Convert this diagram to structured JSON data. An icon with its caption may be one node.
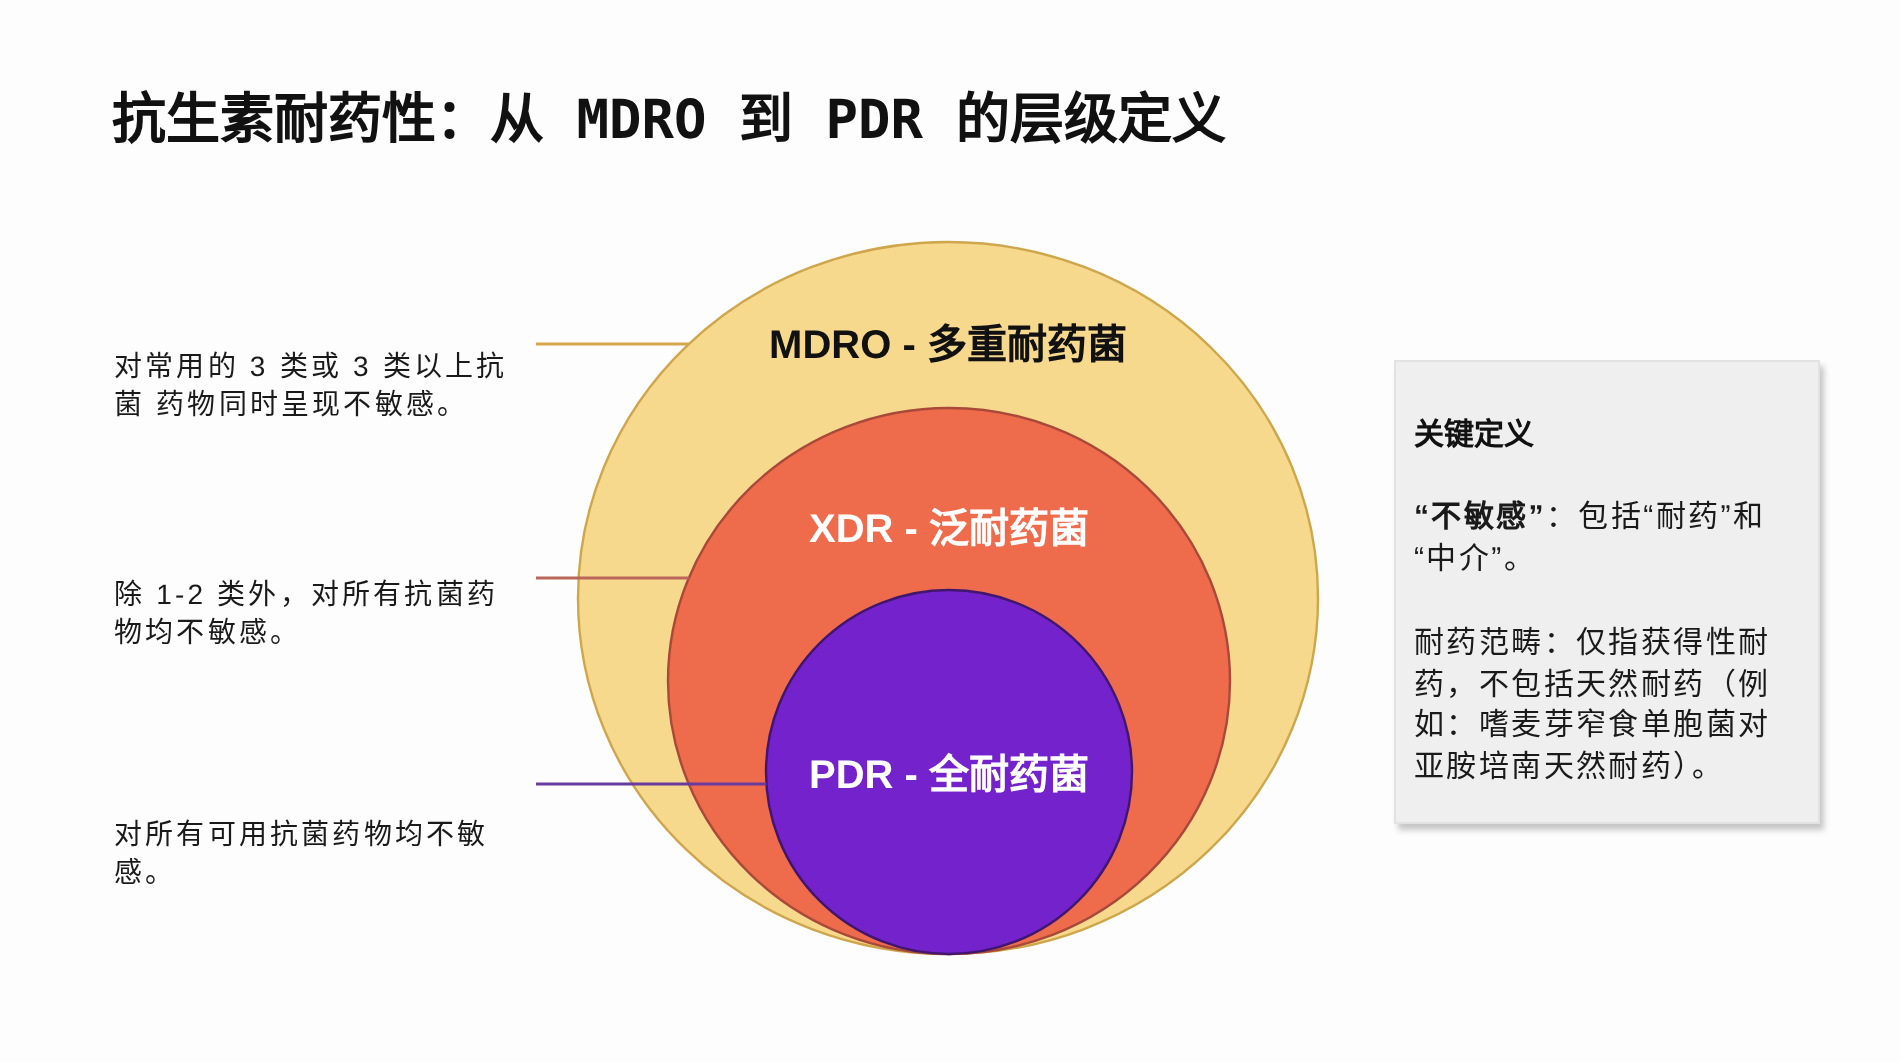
{
  "diagram": {
    "title": "抗生素耐药性：从 MDRO 到 PDR 的层级定义",
    "nodes": [
      {
        "text": [
          "MDRO - 多重耐药菌"
        ]
      },
      {
        "text": [
          "XDR - 泛耐药菌"
        ],
        "in": 0
      },
      {
        "text": [
          "PDR - 全耐药菌"
        ],
        "in": 1
      },
      {
        "text": [
          "对常用的 3 类或 3 类以上抗菌 药物同时呈现不敏感。"
        ]
      },
      {
        "text": [
          "除 1-2 类外，对所有抗菌药物均不敏感。"
        ]
      },
      {
        "text": [
          "对所有可用抗菌药物均不敏感。"
        ]
      },
      {
        "text": [
          "关键定义",
          "**“不敏感”**：包括“耐药”和“中介”。",
          "耐药范畴：仅指获得性耐药，不包括天然耐药（例如：嗜麦芽窄食单胞菌对亚胺培南天然耐药）。"
        ]
      }
    ],
    "edges": [
      {
        "from": 3,
        "to": 0,
        "arrow": "none",
        "color": "#d6a84c"
      },
      {
        "from": 4,
        "to": 1,
        "arrow": "none",
        "color": "#b8675a"
      },
      {
        "from": 5,
        "to": 2,
        "arrow": "none",
        "color": "#6b3a9e"
      }
    ]
  }
}
